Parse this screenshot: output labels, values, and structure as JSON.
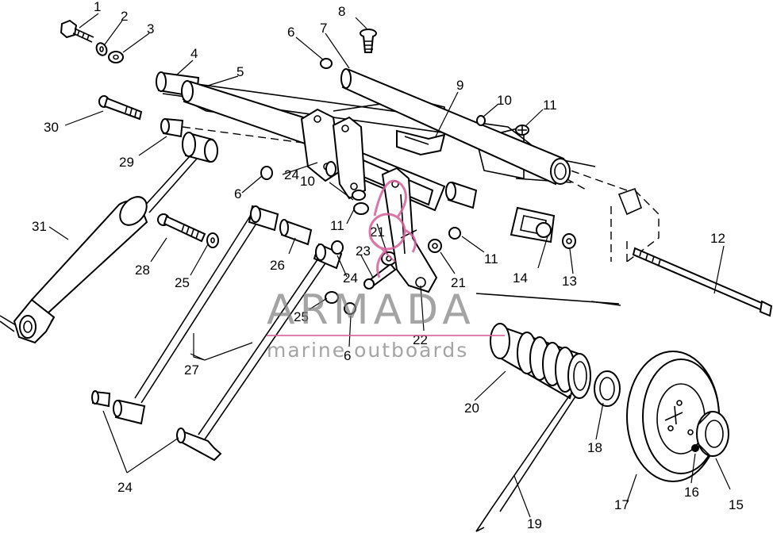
{
  "watermark": {
    "brand": "ARMADA",
    "tagline": "marine outboards",
    "accent_color": "#d4609a",
    "text_color": "#7d7d7d"
  },
  "callouts": [
    {
      "id": "c1",
      "text": "1"
    },
    {
      "id": "c2",
      "text": "2"
    },
    {
      "id": "c3",
      "text": "3"
    },
    {
      "id": "c4",
      "text": "4"
    },
    {
      "id": "c5",
      "text": "5"
    },
    {
      "id": "c6a",
      "text": "6"
    },
    {
      "id": "c7",
      "text": "7"
    },
    {
      "id": "c8",
      "text": "8"
    },
    {
      "id": "c9",
      "text": "9"
    },
    {
      "id": "c10a",
      "text": "10"
    },
    {
      "id": "c11a",
      "text": "11"
    },
    {
      "id": "c30",
      "text": "30"
    },
    {
      "id": "c29",
      "text": "29"
    },
    {
      "id": "c24a",
      "text": "24"
    },
    {
      "id": "c6b",
      "text": "6"
    },
    {
      "id": "c10b",
      "text": "10"
    },
    {
      "id": "c31",
      "text": "31"
    },
    {
      "id": "c11b",
      "text": "11"
    },
    {
      "id": "c21a",
      "text": "21"
    },
    {
      "id": "c28",
      "text": "28"
    },
    {
      "id": "c26",
      "text": "26"
    },
    {
      "id": "c23",
      "text": "23"
    },
    {
      "id": "c11c",
      "text": "11"
    },
    {
      "id": "c21b",
      "text": "21"
    },
    {
      "id": "c12",
      "text": "12"
    },
    {
      "id": "c14",
      "text": "14"
    },
    {
      "id": "c13",
      "text": "13"
    },
    {
      "id": "c25a",
      "text": "25"
    },
    {
      "id": "c24b",
      "text": "24"
    },
    {
      "id": "c25b",
      "text": "25"
    },
    {
      "id": "c6c",
      "text": "6"
    },
    {
      "id": "c22",
      "text": "22"
    },
    {
      "id": "c27",
      "text": "27"
    },
    {
      "id": "c20",
      "text": "20"
    },
    {
      "id": "c18",
      "text": "18"
    },
    {
      "id": "c24c",
      "text": "24"
    },
    {
      "id": "c16",
      "text": "16"
    },
    {
      "id": "c15",
      "text": "15"
    },
    {
      "id": "c17",
      "text": "17"
    },
    {
      "id": "c19",
      "text": "19"
    }
  ]
}
